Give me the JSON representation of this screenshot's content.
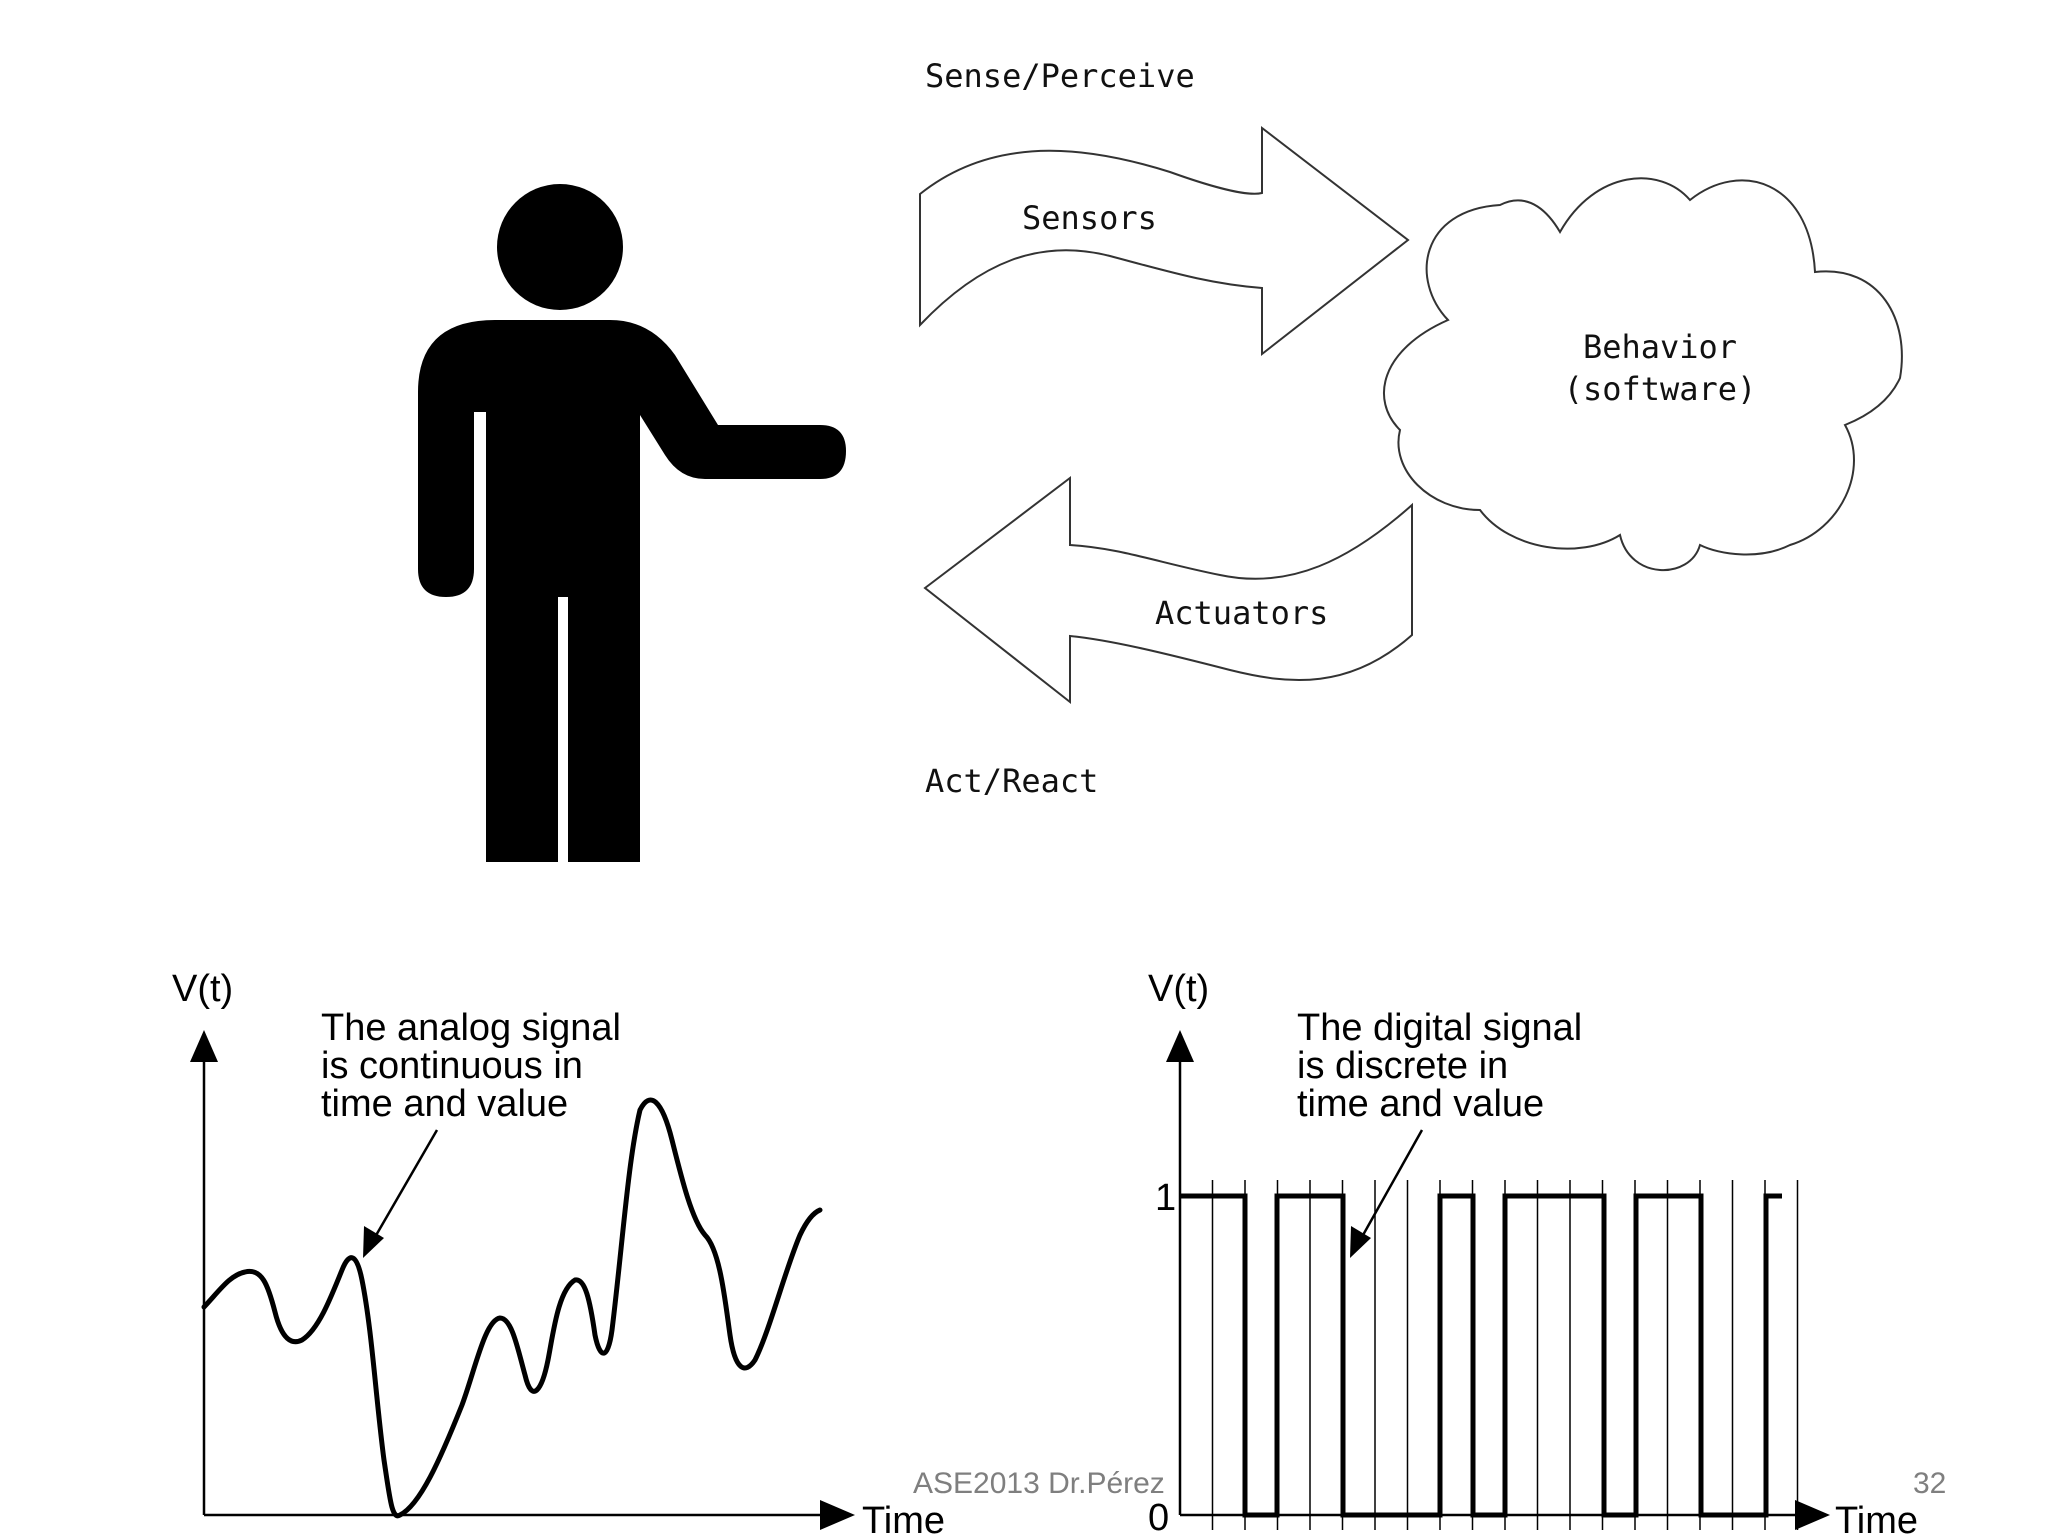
{
  "top_diagram": {
    "sense_label": "Sense/Perceive",
    "sensors_label": "Sensors",
    "behavior_line1": "Behavior",
    "behavior_line2": "(software)",
    "actuators_label": "Actuators",
    "act_label": "Act/React"
  },
  "analog_plot": {
    "ylabel": "V(t)",
    "xlabel": "Time",
    "note_line1": "The analog signal",
    "note_line2": "is continuous in",
    "note_line3": "time and value"
  },
  "digital_plot": {
    "ylabel": "V(t)",
    "xlabel": "Time",
    "tick_high": "1",
    "tick_low": "0",
    "note_line1": "The digital signal",
    "note_line2": "is discrete in",
    "note_line3": "time and value"
  },
  "footer": {
    "left": "ASE2013 Dr.Pérez",
    "page_number": "32"
  },
  "colors": {
    "ink": "#000000",
    "outline": "#333333",
    "footer_text": "#7f7f7f"
  }
}
